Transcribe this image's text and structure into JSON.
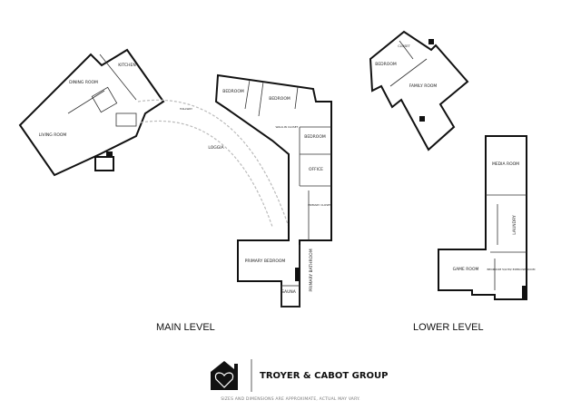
{
  "main_level": {
    "title": "MAIN LEVEL",
    "rooms": [
      "LIVING ROOM",
      "DINING ROOM",
      "KITCHEN",
      "HALLWAY",
      "LOGGIA",
      "BEDROOM",
      "BEDROOM",
      "BEDROOM",
      "WALK-IN CLOSET",
      "OFFICE",
      "PRIMARY CLOSET",
      "PRIMARY BEDROOM",
      "PRIMARY BATHROOM",
      "SAUNA"
    ]
  },
  "lower_level": {
    "title": "LOWER LEVEL",
    "rooms": [
      "BEDROOM",
      "CLOSET",
      "FAMILY ROOM",
      "MEDIA ROOM",
      "LAUNDRY",
      "GAME ROOM",
      "BEDROOM 5/GYM/ EXERCISE ROOM"
    ]
  },
  "brand": {
    "name": "TROYER & CABOT GROUP",
    "logo": "house-heart-logo"
  },
  "disclaimer": "SIZES AND DIMENSIONS ARE APPROXIMATE, ACTUAL MAY VARY."
}
